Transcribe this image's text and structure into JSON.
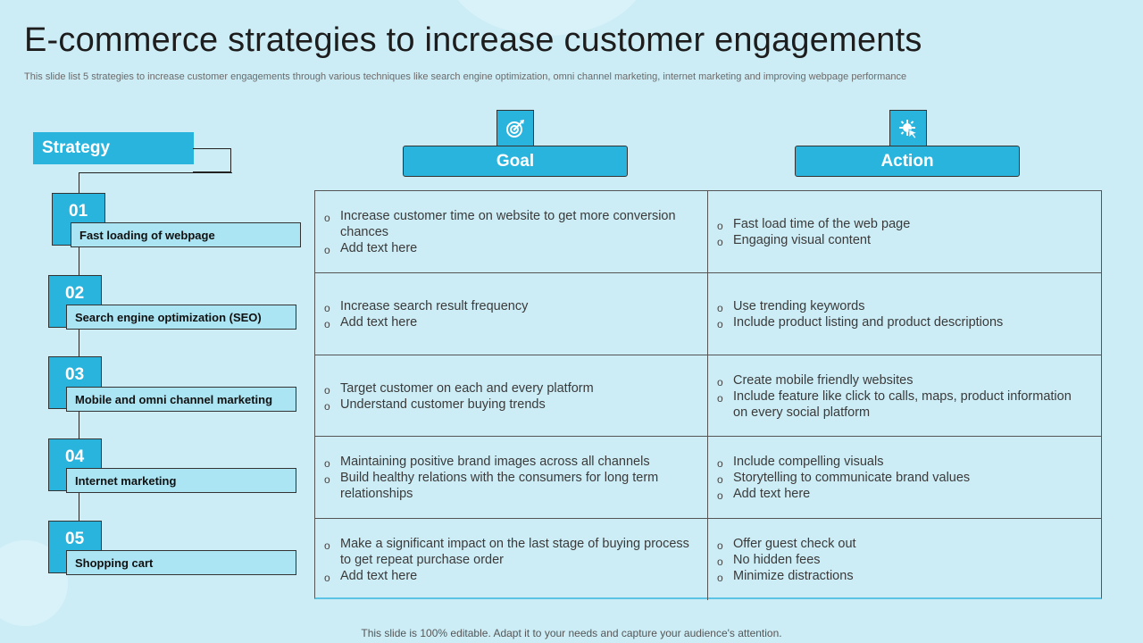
{
  "title": "E-commerce strategies to increase customer engagements",
  "subtitle": "This slide list 5 strategies to increase customer engagements through various techniques like search engine optimization, omni channel marketing, internet marketing and improving webpage performance",
  "strategy_header": "Strategy",
  "columns": {
    "goal": {
      "label": "Goal",
      "icon": "target-icon"
    },
    "action": {
      "label": "Action",
      "icon": "gear-cursor-icon"
    }
  },
  "strategies": [
    {
      "number": "01",
      "label": "Fast loading of webpage"
    },
    {
      "number": "02",
      "label": "Search engine optimization (SEO)"
    },
    {
      "number": "03",
      "label": "Mobile and omni channel marketing"
    },
    {
      "number": "04",
      "label": "Internet marketing"
    },
    {
      "number": "05",
      "label": "Shopping  cart"
    }
  ],
  "rows": [
    {
      "goal": [
        "Increase customer time on website to get more conversion chances",
        "Add text here"
      ],
      "action": [
        "Fast load time of the web page",
        "Engaging visual content"
      ]
    },
    {
      "goal": [
        "Increase search result frequency",
        "Add text here"
      ],
      "action": [
        "Use trending keywords",
        "Include product listing and product descriptions"
      ]
    },
    {
      "goal": [
        "Target customer on each and every platform",
        "Understand customer buying trends"
      ],
      "action": [
        "Create mobile friendly websites",
        "Include feature like click to calls, maps, product information on every social platform"
      ]
    },
    {
      "goal": [
        "Maintaining  positive brand images across all channels",
        "Build healthy relations with the consumers for long term relationships"
      ],
      "action": [
        "Include compelling visuals",
        "Storytelling to communicate brand values",
        "Add text here"
      ]
    },
    {
      "goal": [
        "Make a significant impact on the last stage of buying process to get repeat purchase order",
        "Add text here"
      ],
      "action": [
        "Offer guest check out",
        "No hidden fees",
        "Minimize distractions"
      ]
    }
  ],
  "footer": "This slide is 100% editable. Adapt it to your needs and capture your audience's attention.",
  "colors": {
    "accent": "#29b4de",
    "label_bg": "#abe4f2",
    "background": "#cdedf6"
  }
}
